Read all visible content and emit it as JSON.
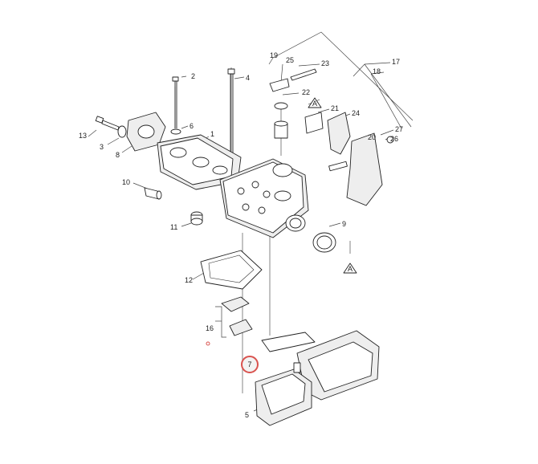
{
  "callouts": [
    "1",
    "2",
    "3",
    "4",
    "5",
    "6",
    "7",
    "8",
    "9",
    "10",
    "11",
    "12",
    "13",
    "16",
    "17",
    "18",
    "19",
    "20",
    "21",
    "22",
    "23",
    "24",
    "25",
    "26",
    "27"
  ],
  "ref_marks": [
    "A",
    "A"
  ],
  "highlight": {
    "label": "7",
    "color": "#d9534f"
  }
}
